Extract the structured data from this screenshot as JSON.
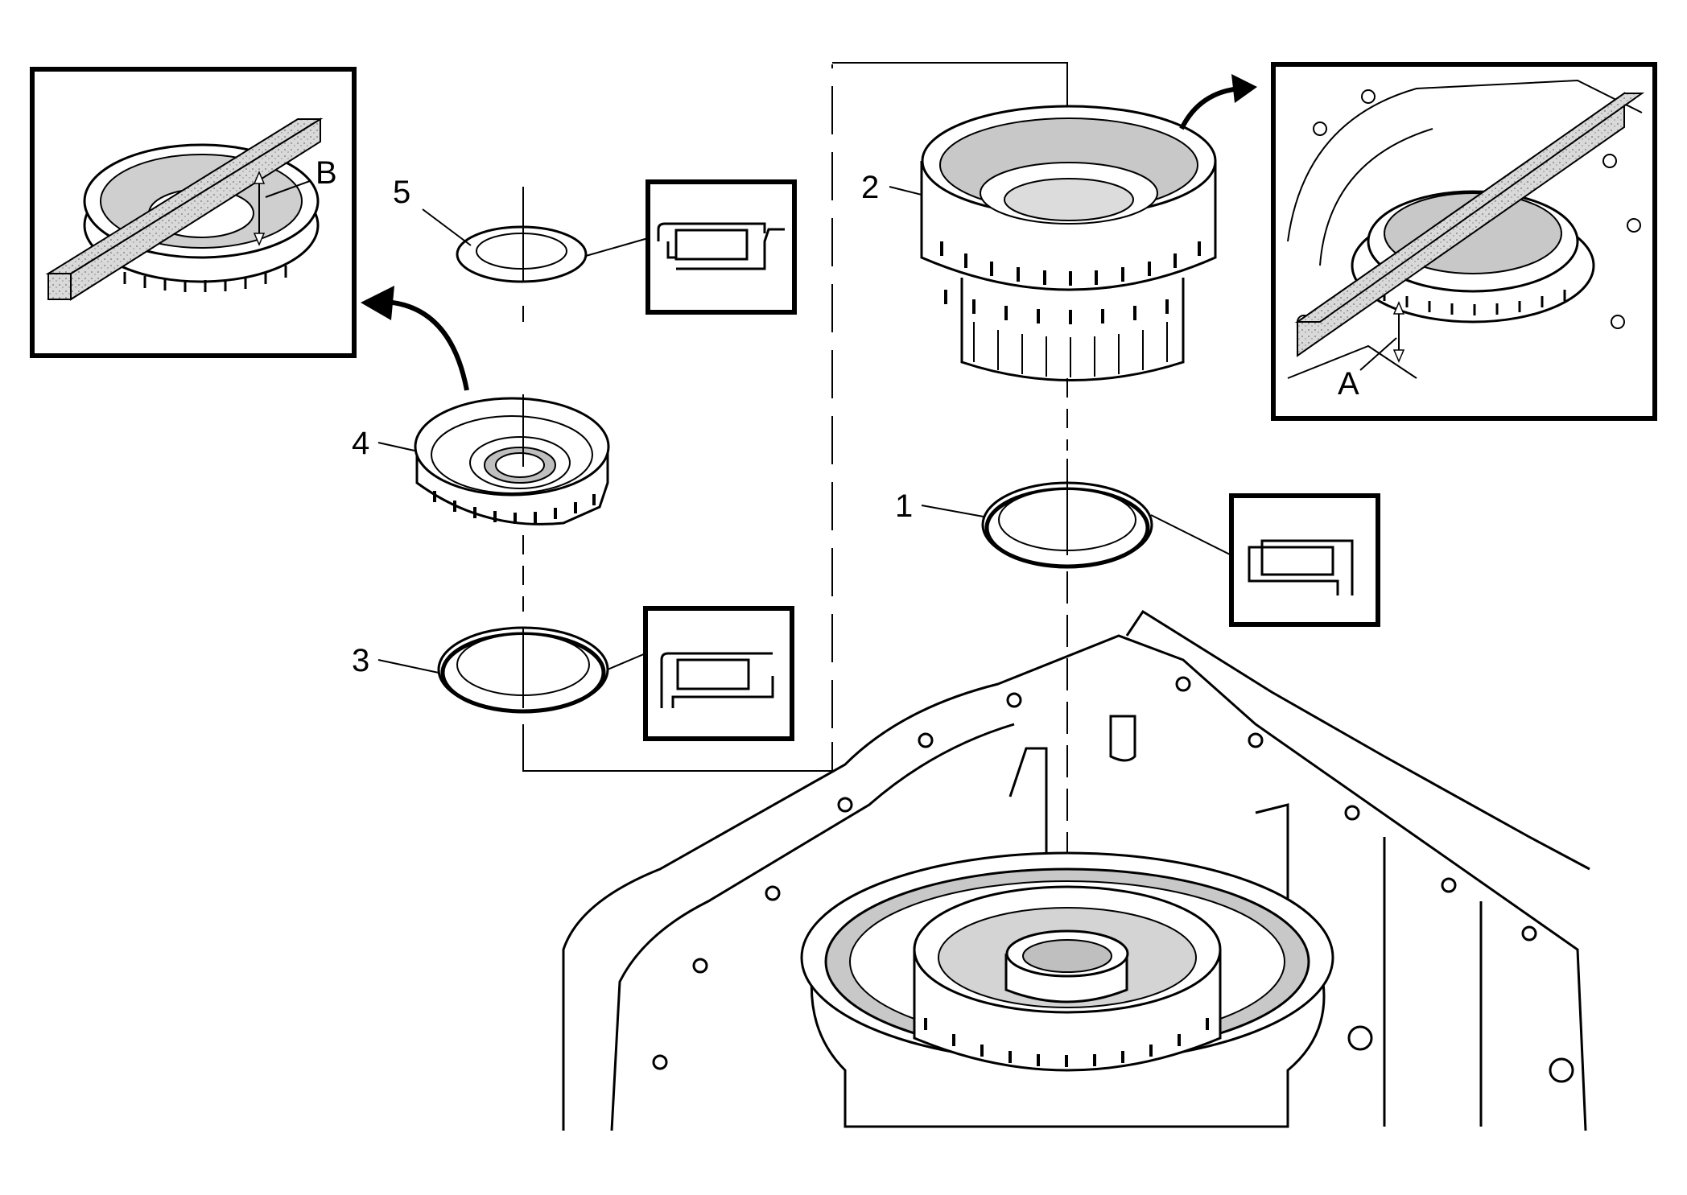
{
  "callouts": {
    "item1": "1",
    "item2": "2",
    "item3": "3",
    "item4": "4",
    "item5": "5",
    "detail_a": "A",
    "detail_b": "B"
  },
  "colors": {
    "line": "#000000",
    "background": "#ffffff",
    "fill_gray": "#bfbfbf",
    "fill_light": "#e6e6e6"
  }
}
